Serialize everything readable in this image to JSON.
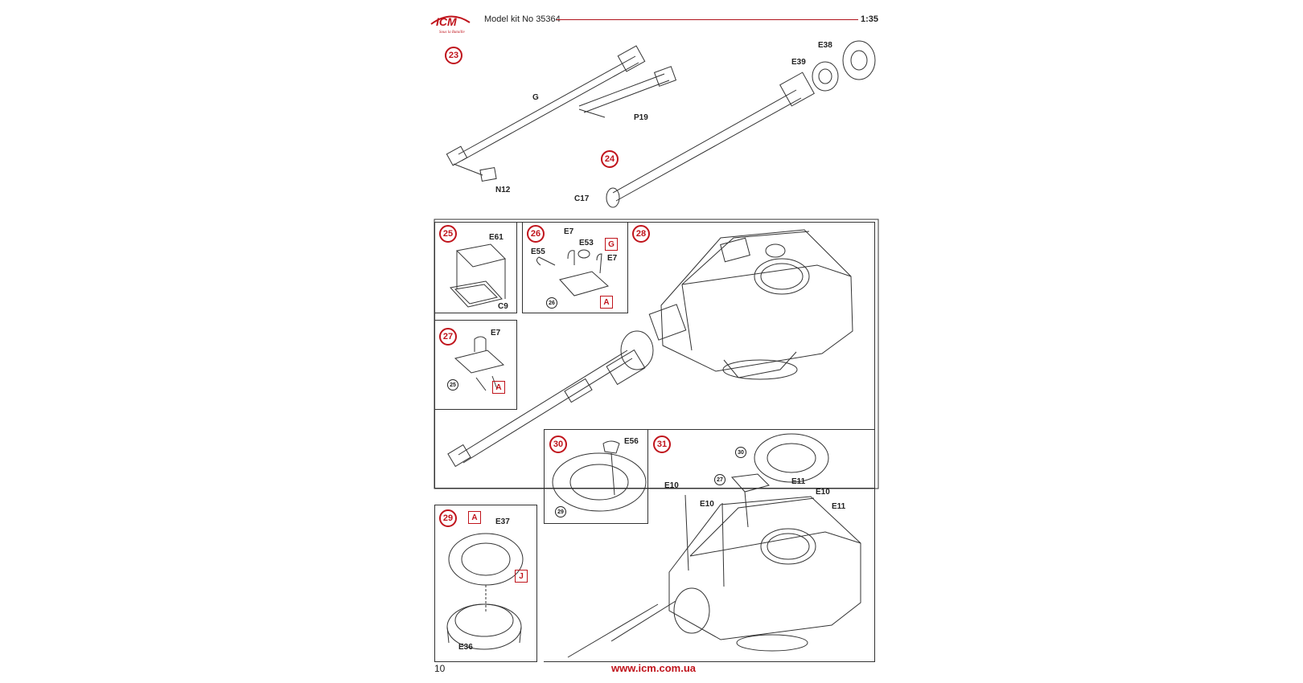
{
  "header": {
    "logo_text": "ICM",
    "logo_tagline": "Sous la Bataille",
    "title": "Model kit No 35364",
    "scale": "1:35"
  },
  "steps": [
    {
      "id": "23",
      "parts": [
        "G",
        "P19",
        "N12"
      ]
    },
    {
      "id": "24",
      "parts": [
        "E38",
        "E39",
        "C17"
      ]
    },
    {
      "id": "25",
      "parts": [
        "E61",
        "C9"
      ]
    },
    {
      "id": "26",
      "parts": [
        "E7",
        "E53",
        "E55",
        "E7"
      ],
      "sprues": [
        "G",
        "A"
      ],
      "ref": "26"
    },
    {
      "id": "27",
      "parts": [
        "E7"
      ],
      "sprues": [
        "A"
      ],
      "ref": "25"
    },
    {
      "id": "28",
      "parts": []
    },
    {
      "id": "29",
      "parts": [
        "E37",
        "E36"
      ],
      "sprues": [
        "A",
        "J"
      ]
    },
    {
      "id": "30",
      "parts": [
        "E56"
      ],
      "ref": "29"
    },
    {
      "id": "31",
      "parts": [
        "E10",
        "E10",
        "E11",
        "E10",
        "E11"
      ],
      "refs": [
        "30",
        "27"
      ]
    }
  ],
  "footer": {
    "page_number": "10",
    "url": "www.icm.com.ua"
  },
  "colors": {
    "accent_red": "#c0141c",
    "line": "#333333",
    "background": "#ffffff"
  }
}
